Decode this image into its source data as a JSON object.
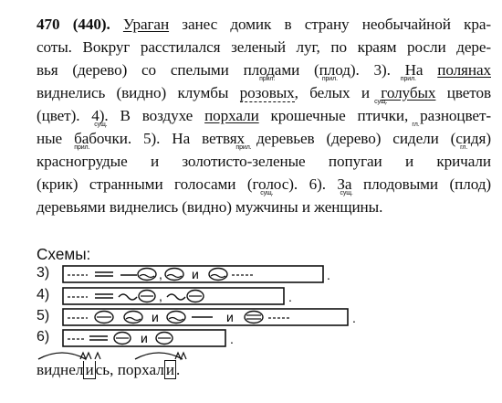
{
  "paragraph": {
    "exercise_number": "470 (440).",
    "lines": [
      [
        "",
        " занес домик в страну необычайной кра-"
      ],
      [
        "соты. Вокруг расстилался зеленый луг, по краям росли дере-"
      ],
      [
        "вья (дерево) со спелыми плодами (плод). 3). На ",
        "",
        ""
      ],
      [
        "виднелись (видно) клумбы ",
        "",
        ", ",
        "",
        " и ",
        "",
        " цветов"
      ],
      [
        "(цвет). 4). В воздухе ",
        "",
        " крошечные ",
        "",
        ", разноцвет-"
      ],
      [
        "ные ",
        "",
        ". 5). На ветвях деревьев (дерево) ",
        "",
        " (сидя)"
      ],
      [
        "",
        " и ",
        "",
        " попугаи и ",
        ""
      ],
      [
        "(крик) странными голосами (голос). 6). За плодовыми (плод)"
      ],
      [
        "деревьями виднелись (видно) ",
        "",
        " и ",
        "",
        "."
      ]
    ],
    "words": {
      "uragan": "Ураган",
      "polyanakh": "полянах",
      "rozovykh": "розовых",
      "belykh": "белых",
      "golubykh": "голубых",
      "porkhali": "порхали",
      "ptichki": "птички",
      "babochki": "бабочки",
      "sideli": "сидели",
      "krasnogrudye": "красногрудые",
      "zolotisto": "золотисто-зеленые",
      "krichali": "кричали",
      "muzhchiny": "мужчины",
      "zhenshchiny": "женщины"
    },
    "notes": {
      "pril": "прил.",
      "sushch": "сущ.",
      "gl": "гл."
    }
  },
  "schemes": {
    "title": "Схемы:",
    "rows": [
      {
        "label": "3)",
        "conj": [
          "и"
        ]
      },
      {
        "label": "4)",
        "conj": []
      },
      {
        "label": "5)",
        "conj": [
          "и",
          "и"
        ]
      },
      {
        "label": "6)",
        "conj": [
          "и"
        ]
      }
    ]
  },
  "bottom": {
    "text1": "виднел",
    "text2": "и",
    "text3": "сь, порхал",
    "text4": "и",
    "text5": "."
  }
}
